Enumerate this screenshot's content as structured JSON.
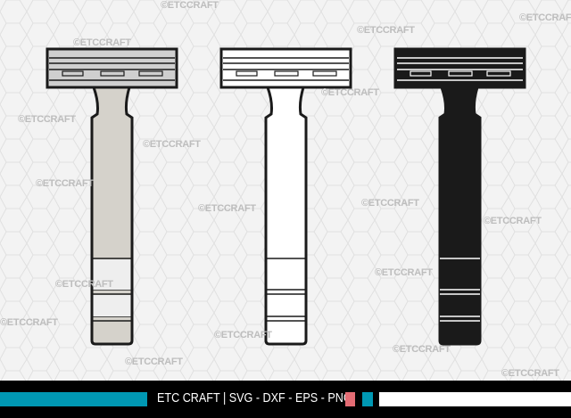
{
  "watermark": "©ETCCRAFT",
  "footer": {
    "text": "ETC CRAFT |  SVG - DXF - EPS - PNG"
  },
  "colors": {
    "cyan": "#0098b3",
    "pink": "#e46c74",
    "gray_fill": "#d5d2cb",
    "black": "#1a1a1a"
  },
  "razors": [
    {
      "style": "gray-filled"
    },
    {
      "style": "outline"
    },
    {
      "style": "black-filled"
    }
  ]
}
